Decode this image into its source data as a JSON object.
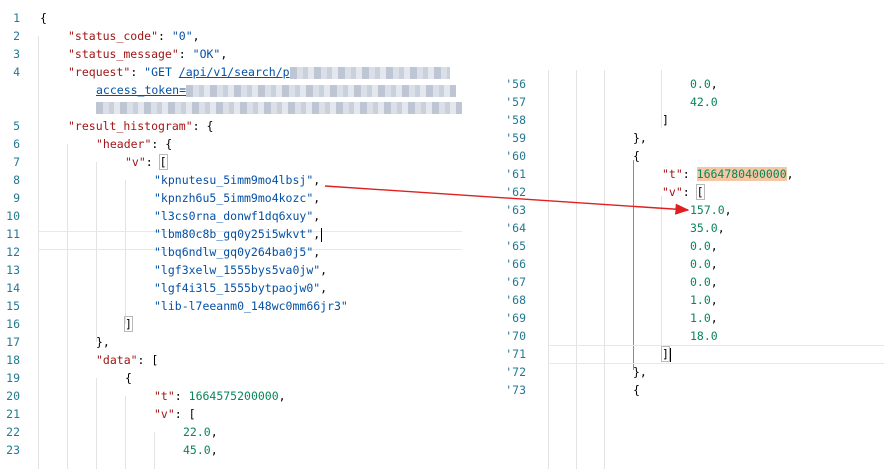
{
  "left": {
    "lines": [
      {
        "n": "1",
        "parts": [
          [
            "p",
            "{"
          ]
        ]
      },
      {
        "n": "2",
        "parts": [
          [
            "key",
            "\"status_code\""
          ],
          [
            "p",
            ": "
          ],
          [
            "str",
            "\"0\""
          ],
          [
            "p",
            ","
          ]
        ]
      },
      {
        "n": "3",
        "parts": [
          [
            "key",
            "\"status_message\""
          ],
          [
            "p",
            ": "
          ],
          [
            "str",
            "\"OK\""
          ],
          [
            "p",
            ","
          ]
        ]
      },
      {
        "n": "4",
        "parts": [
          [
            "key",
            "\"request\""
          ],
          [
            "p",
            ": "
          ],
          [
            "str",
            "\"GET "
          ],
          [
            "link",
            "/api/v1/search/p"
          ]
        ]
      },
      {
        "n": "5",
        "parts": [
          [
            "key",
            "\"result_histogram\""
          ],
          [
            "p",
            ": {"
          ]
        ]
      },
      {
        "n": "6",
        "parts": [
          [
            "key",
            "\"header\""
          ],
          [
            "p",
            ": {"
          ]
        ]
      },
      {
        "n": "7",
        "parts": [
          [
            "key",
            "\"v\""
          ],
          [
            "p",
            ": "
          ],
          [
            "p",
            "["
          ]
        ]
      },
      {
        "n": "8",
        "parts": [
          [
            "str",
            "\"kpnutesu_5imm9mo4lbsj\""
          ],
          [
            "p",
            ","
          ]
        ]
      },
      {
        "n": "9",
        "parts": [
          [
            "str",
            "\"kpnzh6u5_5imm9mo4kozc\""
          ],
          [
            "p",
            ","
          ]
        ]
      },
      {
        "n": "10",
        "parts": [
          [
            "str",
            "\"l3cs0rna_donwf1dq6xuy\""
          ],
          [
            "p",
            ","
          ]
        ]
      },
      {
        "n": "11",
        "parts": [
          [
            "str",
            "\"lbm80c8b_gq0y25i5wkvt\""
          ],
          [
            "p",
            ","
          ]
        ]
      },
      {
        "n": "12",
        "parts": [
          [
            "str",
            "\"lbq6ndlw_gq0y264ba0j5\""
          ],
          [
            "p",
            ","
          ]
        ]
      },
      {
        "n": "13",
        "parts": [
          [
            "str",
            "\"lgf3xelw_1555bys5va0jw\""
          ],
          [
            "p",
            ","
          ]
        ]
      },
      {
        "n": "14",
        "parts": [
          [
            "str",
            "\"lgf4i3l5_1555bytpaojw0\""
          ],
          [
            "p",
            ","
          ]
        ]
      },
      {
        "n": "15",
        "parts": [
          [
            "str",
            "\"lib-l7eeanm0_148wc0mm66jr3\""
          ]
        ]
      },
      {
        "n": "16",
        "parts": [
          [
            "p",
            "]"
          ]
        ]
      },
      {
        "n": "17",
        "parts": [
          [
            "p",
            "},"
          ]
        ]
      },
      {
        "n": "18",
        "parts": [
          [
            "key",
            "\"data\""
          ],
          [
            "p",
            ": ["
          ]
        ]
      },
      {
        "n": "19",
        "parts": [
          [
            "p",
            "{"
          ]
        ]
      },
      {
        "n": "20",
        "parts": [
          [
            "key",
            "\"t\""
          ],
          [
            "p",
            ": "
          ],
          [
            "num",
            "1664575200000"
          ],
          [
            "p",
            ","
          ]
        ]
      },
      {
        "n": "21",
        "parts": [
          [
            "key",
            "\"v\""
          ],
          [
            "p",
            ": ["
          ]
        ]
      },
      {
        "n": "22",
        "parts": [
          [
            "num",
            "22.0"
          ],
          [
            "p",
            ","
          ]
        ]
      },
      {
        "n": "23",
        "parts": [
          [
            "num",
            "45.0"
          ],
          [
            "p",
            ","
          ]
        ]
      }
    ],
    "token_label": "access_token="
  },
  "right": {
    "lines": [
      {
        "n": "'56",
        "parts": [
          [
            "num",
            "0.0"
          ],
          [
            "p",
            ","
          ]
        ]
      },
      {
        "n": "'57",
        "parts": [
          [
            "num",
            "42.0"
          ]
        ]
      },
      {
        "n": "'58",
        "parts": [
          [
            "p",
            "]"
          ]
        ]
      },
      {
        "n": "'59",
        "parts": [
          [
            "p",
            "},"
          ]
        ]
      },
      {
        "n": "'60",
        "parts": [
          [
            "p",
            "{"
          ]
        ]
      },
      {
        "n": "'61",
        "parts": [
          [
            "key",
            "\"t\""
          ],
          [
            "p",
            ": "
          ],
          [
            "num",
            "1664780400000"
          ],
          [
            "p",
            ","
          ]
        ]
      },
      {
        "n": "'62",
        "parts": [
          [
            "key",
            "\"v\""
          ],
          [
            "p",
            ": "
          ],
          [
            "p",
            "["
          ]
        ]
      },
      {
        "n": "'63",
        "parts": [
          [
            "num",
            "157.0"
          ],
          [
            "p",
            ","
          ]
        ]
      },
      {
        "n": "'64",
        "parts": [
          [
            "num",
            "35.0"
          ],
          [
            "p",
            ","
          ]
        ]
      },
      {
        "n": "'65",
        "parts": [
          [
            "num",
            "0.0"
          ],
          [
            "p",
            ","
          ]
        ]
      },
      {
        "n": "'66",
        "parts": [
          [
            "num",
            "0.0"
          ],
          [
            "p",
            ","
          ]
        ]
      },
      {
        "n": "'67",
        "parts": [
          [
            "num",
            "0.0"
          ],
          [
            "p",
            ","
          ]
        ]
      },
      {
        "n": "'68",
        "parts": [
          [
            "num",
            "1.0"
          ],
          [
            "p",
            ","
          ]
        ]
      },
      {
        "n": "'69",
        "parts": [
          [
            "num",
            "1.0"
          ],
          [
            "p",
            ","
          ]
        ]
      },
      {
        "n": "'70",
        "parts": [
          [
            "num",
            "18.0"
          ]
        ]
      },
      {
        "n": "'71",
        "parts": [
          [
            "p",
            "]"
          ]
        ]
      },
      {
        "n": "'72",
        "parts": [
          [
            "p",
            "},"
          ]
        ]
      },
      {
        "n": "'73",
        "parts": [
          [
            "p",
            "{"
          ]
        ]
      }
    ]
  },
  "colors": {
    "key": "#a31515",
    "string": "#0451a5",
    "number": "#098658",
    "line_number": "#237893",
    "arrow": "#e02020",
    "highlight": "#f5c7a4"
  }
}
